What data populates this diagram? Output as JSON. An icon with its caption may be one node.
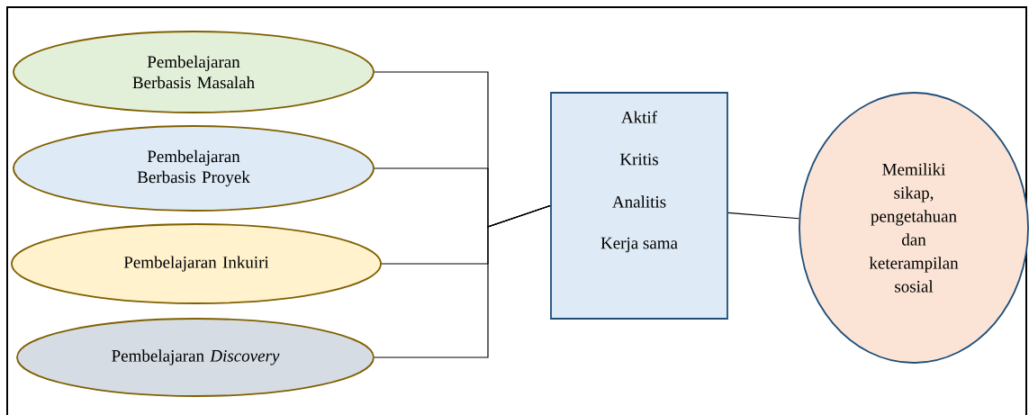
{
  "diagram": {
    "nodes": [
      {
        "text": [
          "Pembelajaran Berbasis Masalah"
        ]
      },
      {
        "text": [
          "Pembelajaran Berbasis Proyek"
        ]
      },
      {
        "text": [
          "Pembelajaran Inkuiri"
        ]
      },
      {
        "text": [
          "Pembelajaran *Discovery*"
        ]
      },
      {
        "text": [
          "Aktif",
          "Kritis",
          "Analitis",
          "Kerja sama"
        ]
      },
      {
        "text": [
          "Memiliki sikap, pengetahuan dan keterampilan sosial"
        ]
      }
    ],
    "edges": [
      {
        "from": 0,
        "to": 4,
        "arrow": "none"
      },
      {
        "from": 1,
        "to": 4,
        "arrow": "none"
      },
      {
        "from": 2,
        "to": 4,
        "arrow": "none"
      },
      {
        "from": 3,
        "to": 4,
        "arrow": "none"
      },
      {
        "from": 4,
        "to": 5,
        "arrow": "none"
      }
    ]
  }
}
